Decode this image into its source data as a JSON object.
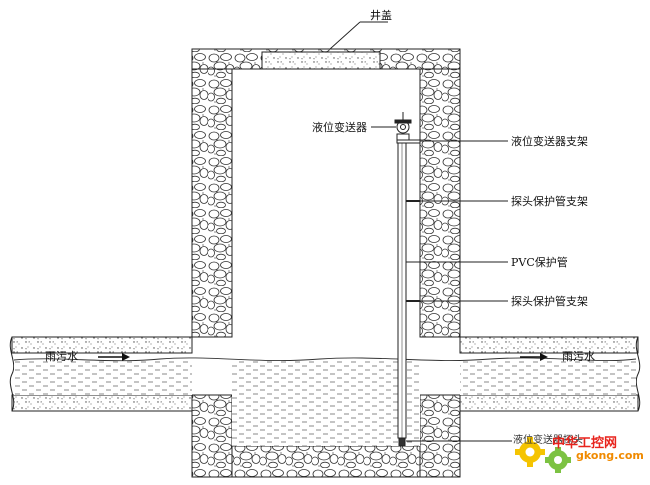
{
  "labels": {
    "well_cover": "井盖",
    "level_transmitter": "液位变送器",
    "transmitter_bracket": "液位变送器支架",
    "probe_bracket_upper": "探头保护管支架",
    "pvc_pipe": "PVC保护管",
    "probe_bracket_lower": "探头保护管支架",
    "sewage_left": "雨污水",
    "sewage_right": "雨污水",
    "probe_bottom": "液位变送器探头"
  },
  "watermark": {
    "brand": "中华工控网",
    "domain": "gkong.com"
  },
  "colors": {
    "line": "#222222",
    "hatch": "#444444",
    "water_dash": "#555555",
    "watermark_orange": "#f08a00",
    "watermark_red": "#e8231c",
    "watermark_green": "#7cc242",
    "watermark_yellow": "#f5c400"
  },
  "icons": [
    "gear-logo-icon",
    "flow-arrow-icon",
    "transmitter-icon"
  ]
}
